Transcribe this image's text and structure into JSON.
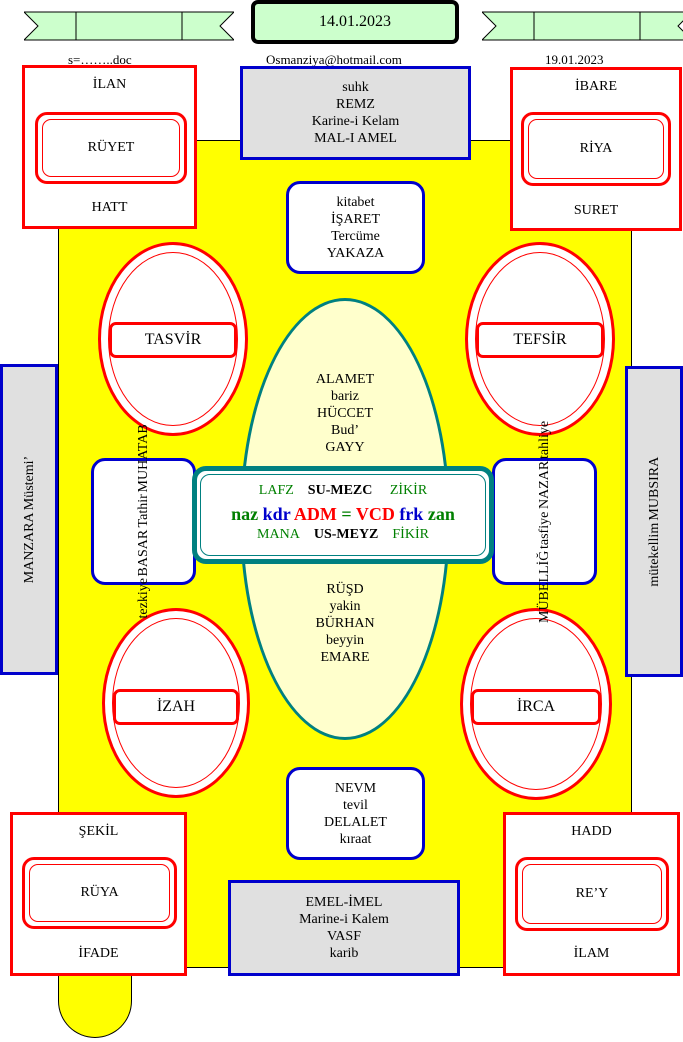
{
  "header": {
    "date_main": "14.01.2023",
    "left_meta": "s=……..doc",
    "email": "Osmanziya@hotmail.com",
    "right_date": "19.01.2023"
  },
  "corners": {
    "top_left": {
      "top": "İLAN",
      "inner": "RÜYET",
      "bottom": "HATT"
    },
    "top_right": {
      "top": "İBARE",
      "inner": "RİYA",
      "bottom": "SURET"
    },
    "bottom_left": {
      "top": "ŞEKİL",
      "inner": "RÜYA",
      "bottom": "İFADE"
    },
    "bottom_right": {
      "top": "HADD",
      "inner": "RE’Y",
      "bottom": "İLAM"
    }
  },
  "top_blue": [
    "suhk",
    "REMZ",
    "Karine-i Kelam",
    "MAL-I AMEL"
  ],
  "upper_round": [
    "kitabet",
    "İŞARET",
    "Tercüme",
    "YAKAZA"
  ],
  "ellipses": {
    "upper_left": "TASVİR",
    "upper_right": "TEFSİR",
    "lower_left": "İZAH",
    "lower_right": "İRCA"
  },
  "center_top": [
    "ALAMET",
    "bariz",
    "HÜCCET",
    "Bud’",
    "GAYY"
  ],
  "center_bottom": [
    "RÜŞD",
    "yakin",
    "BÜRHAN",
    "beyyin",
    "EMARE"
  ],
  "left_side": [
    "MANZARA",
    "Müstemi’"
  ],
  "right_side": [
    "mütekellim",
    "MUBSIRA"
  ],
  "left_inner": [
    "tezkiye",
    "BASAR",
    "Tathir",
    "MUHATAB"
  ],
  "right_inner": [
    "MÜBELLİĞ",
    "tasfiye",
    "NAZAR",
    "tahliye"
  ],
  "panel": {
    "row1": {
      "a": "LAFZ",
      "b": "SU-MEZC",
      "c": "ZİKİR"
    },
    "row2": {
      "a": "naz",
      "b": "kdr",
      "c": "ADM",
      "eq": "=",
      "d": "VCD",
      "e": "frk",
      "f": "zan"
    },
    "row3": {
      "a": "MANA",
      "b": "US-MEYZ",
      "c": "FİKİR"
    }
  },
  "lower_round": [
    "NEVM",
    "tevil",
    "DELALET",
    "kıraat"
  ],
  "bottom_blue": [
    "EMEL-İMEL",
    "Marine-i Kalem",
    "VASF",
    "karib"
  ],
  "colors": {
    "yellow": "#ffff00",
    "red": "#ff0000",
    "blue": "#0000cc",
    "teal": "#008080",
    "green": "#008000",
    "pale_yellow": "#ffffcc",
    "gray": "#e0e0e0",
    "mint": "#ccffcc"
  }
}
